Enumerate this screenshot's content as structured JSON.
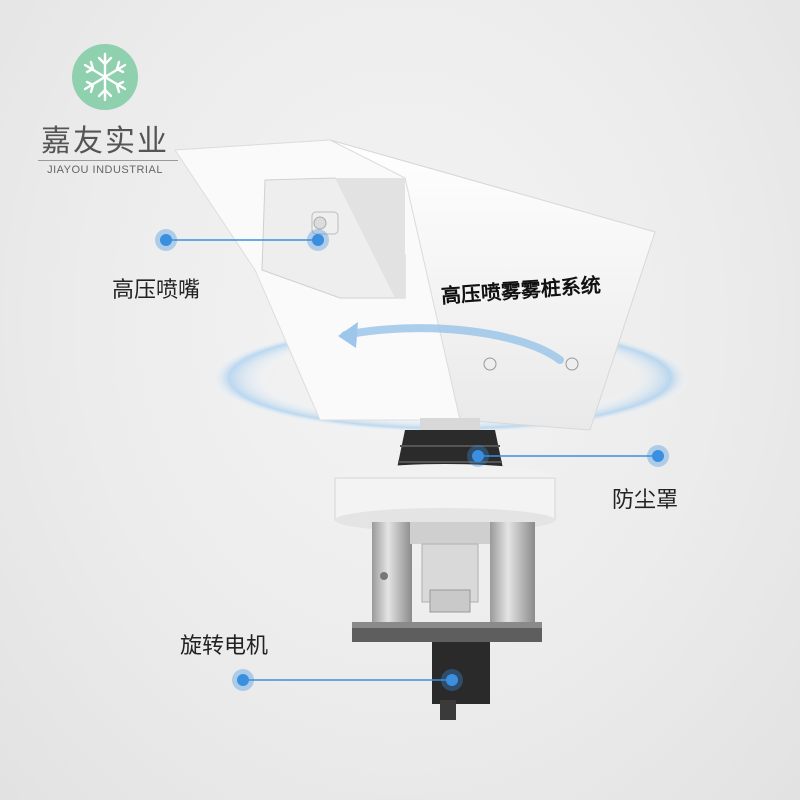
{
  "brand": {
    "name_cn": "嘉友实业",
    "name_en": "JIAYOU INDUSTRIAL",
    "logo_color": "#8fd0ae"
  },
  "product": {
    "housing_label": "高压喷雾雾桩系统"
  },
  "callouts": [
    {
      "label": "高压喷嘴"
    },
    {
      "label": "防尘罩"
    },
    {
      "label": "旋转电机"
    }
  ],
  "colors": {
    "accent_blue": "#3a8fe0",
    "housing": "#ffffff"
  },
  "icons": [
    "snowflake-icon"
  ]
}
